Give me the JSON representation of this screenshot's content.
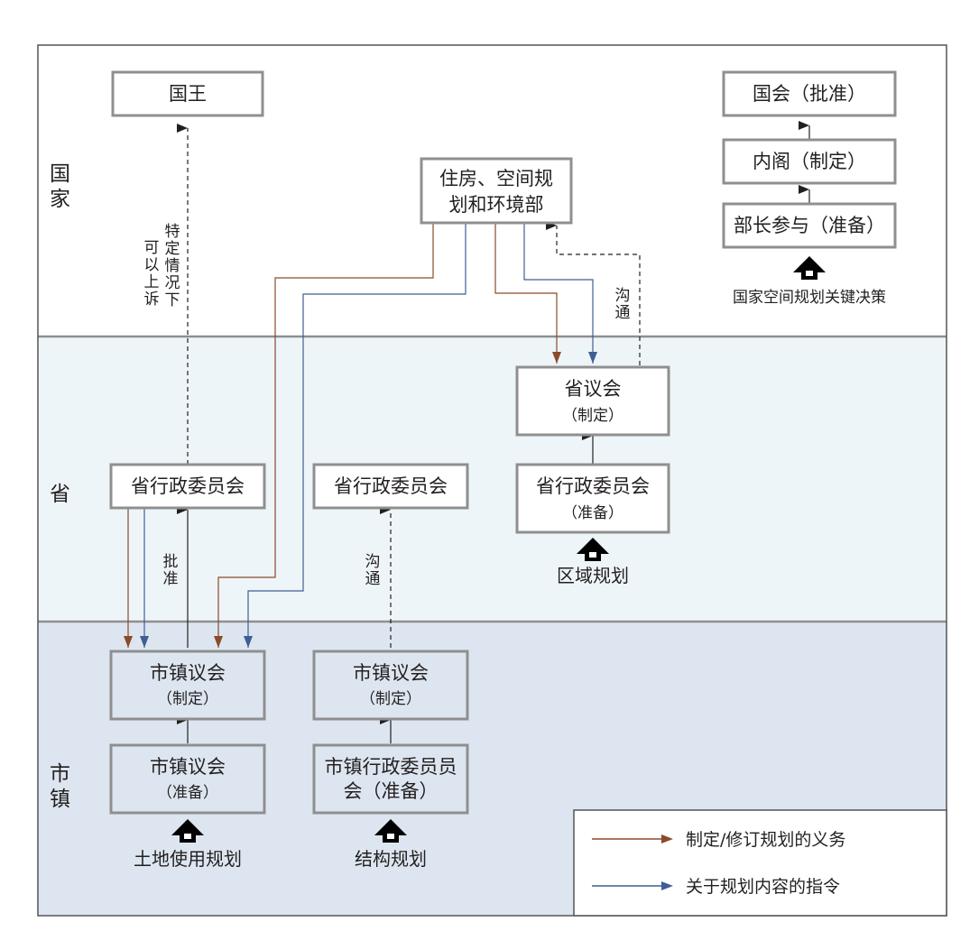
{
  "levels": {
    "national": "国家",
    "province": "省",
    "municipal": "市镇"
  },
  "boxes": {
    "king": "国王",
    "parliament": "国会（批准）",
    "cabinet": "内阁（制定）",
    "minister": "部长参与（准备）",
    "ministry_line1": "住房、空间规",
    "ministry_line2": "划和环境部",
    "prov_council_line1": "省议会",
    "prov_council_line2": "（制定）",
    "prov_exec_prep_line1": "省行政委员会",
    "prov_exec_prep_line2": "（准备）",
    "prov_exec_left": "省行政委员会",
    "prov_exec_mid": "省行政委员会",
    "muni_council_left_line1": "市镇议会",
    "muni_council_left_line2": "（制定）",
    "muni_council_mid_line1": "市镇议会",
    "muni_council_mid_line2": "（制定）",
    "muni_council_prep_line1": "市镇议会",
    "muni_council_prep_line2": "（准备）",
    "muni_exec_line1": "市镇行政委员员",
    "muni_exec_line2": "会（准备）"
  },
  "labels": {
    "appeal_col1": "特定情况下",
    "appeal_col2": "可以上诉",
    "consult_national": "沟通",
    "approve": "批准",
    "consult_municipal": "沟通"
  },
  "captions": {
    "national_key_decision": "国家空间规划关键决策",
    "regional_plan": "区域规划",
    "land_use_plan": "土地使用规划",
    "structure_plan": "结构规划"
  },
  "legend": {
    "duty": "制定/修订规划的义务",
    "instruction": "关于规划内容的指令"
  },
  "colors": {
    "duty_arrow": "#8b4a2b",
    "instruction_arrow": "#3f5f94",
    "national_band": "#ffffff",
    "province_band": "#eef5f9",
    "municipal_band": "#dde6f0",
    "box_border": "#8f8f8f"
  }
}
